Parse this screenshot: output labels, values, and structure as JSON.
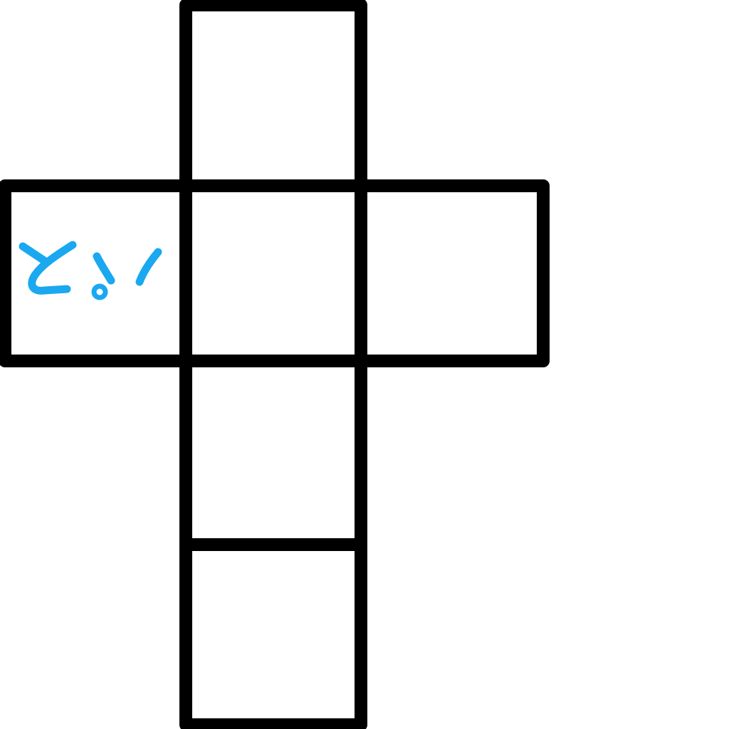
{
  "diagram": {
    "type": "cube-net",
    "faces": [
      {
        "id": "top",
        "label": ""
      },
      {
        "id": "left",
        "label": "とい"
      },
      {
        "id": "center",
        "label": ""
      },
      {
        "id": "right",
        "label": ""
      },
      {
        "id": "lower",
        "label": ""
      },
      {
        "id": "bottom",
        "label": ""
      }
    ],
    "handwriting_color": "#1aa8f0",
    "line_color": "#000000"
  }
}
